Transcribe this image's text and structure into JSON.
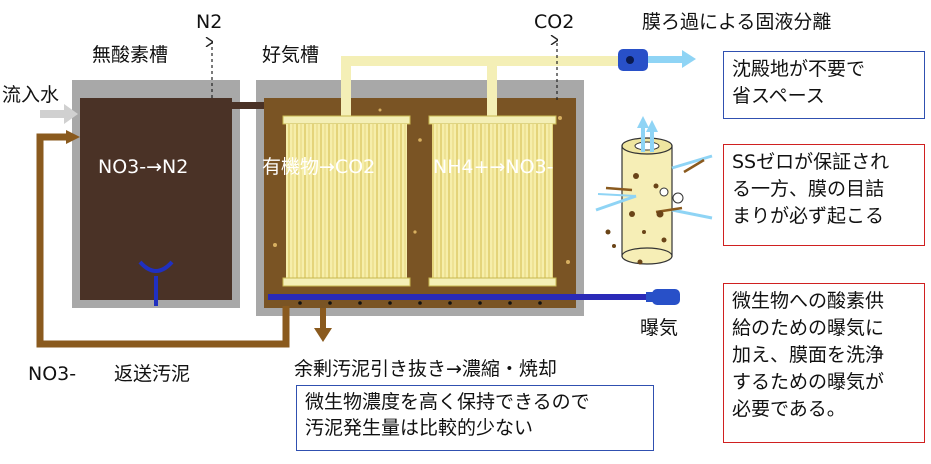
{
  "labels": {
    "n2_gas": "N2",
    "co2_gas": "CO2",
    "anoxic_tank": "無酸素槽",
    "aerobic_tank": "好気槽",
    "inflow": "流入水",
    "anoxic_reaction": "NO3-→N2",
    "organic_reaction": "有機物→CO2",
    "nitrification": "NH4+→NO3-",
    "recycle_no3": "NO3-",
    "return_sludge": "返送汚泥",
    "excess_sludge": "余剰汚泥引き抜き→濃縮・焼却",
    "aeration": "曝気",
    "membrane_separation": "膜ろ過による固液分離"
  },
  "notes": {
    "no_settling": [
      "沈殿地が不要で",
      "省スペース"
    ],
    "ss_zero": [
      "SSゼロが保証され",
      "る一方、膜の目詰",
      "まりが必ず起こる"
    ],
    "aeration_purpose": [
      "微生物への酸素供",
      "給のための曝気に",
      "加え、膜面を洗浄",
      "するための曝気が",
      "必要である。"
    ],
    "sludge_concentration": [
      "微生物濃度を高く保持できるので",
      "汚泥発生量は比較的少ない"
    ]
  },
  "colors": {
    "tank_wall": "#a8a8a8",
    "anoxic_liquid": "#4a3226",
    "aerobic_liquid": "#7a5424",
    "sludge_pipe": "#8a5a1e",
    "membrane": "#f6eeaa",
    "membrane_pipe": "#f4efb6",
    "aeration_pipe": "#2a2ab8",
    "permeate_arrow": "#8fd4f5",
    "pump": "#2850c8",
    "note_border_blue": "#3050b0",
    "note_border_red": "#d02020"
  }
}
